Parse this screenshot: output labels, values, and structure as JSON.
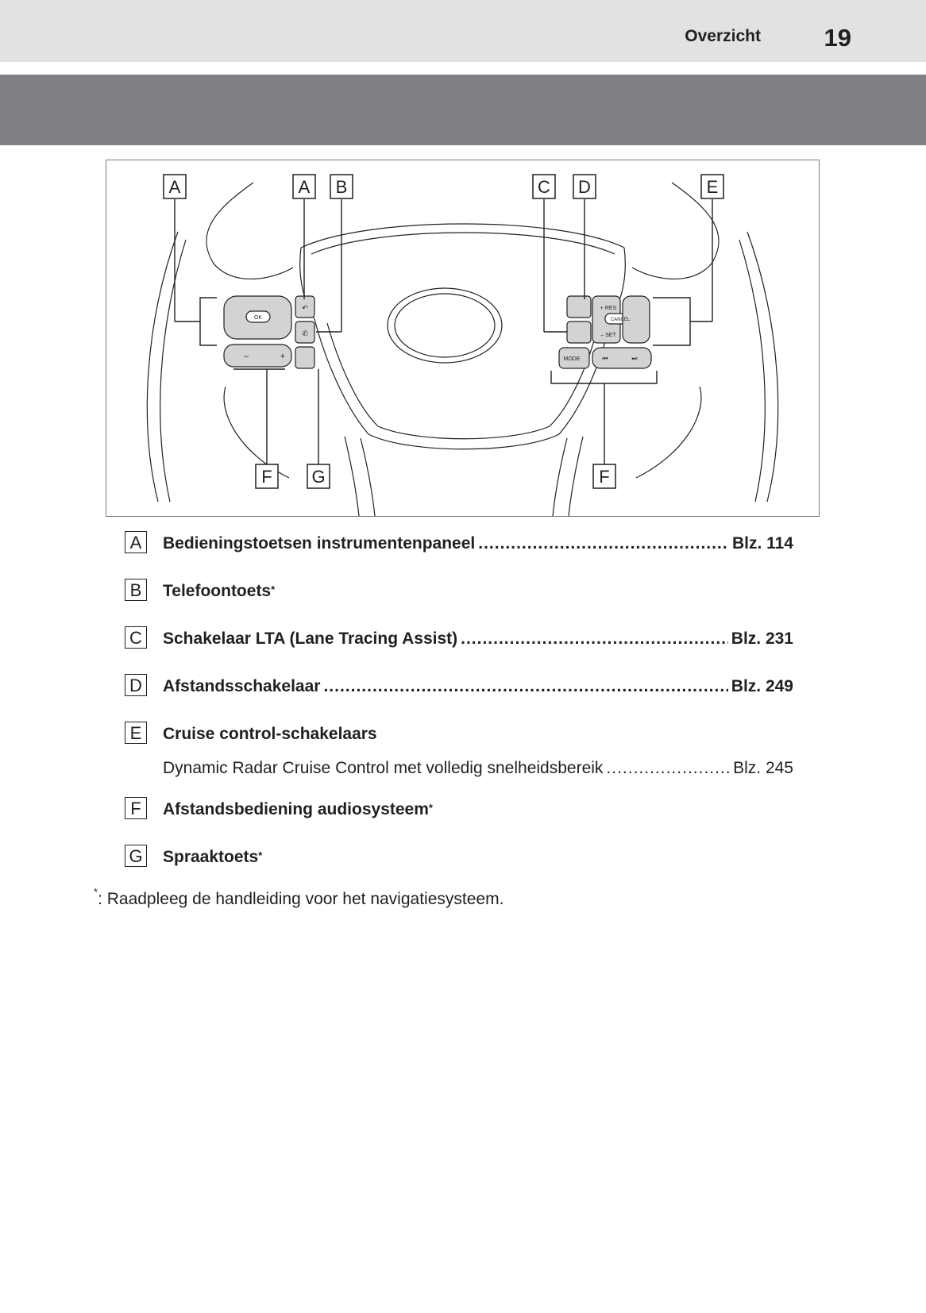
{
  "header": {
    "section": "Overzicht",
    "page_number": "19"
  },
  "figure": {
    "labels": [
      "A",
      "A",
      "B",
      "C",
      "D",
      "E",
      "F",
      "G",
      "F"
    ],
    "buttons": {
      "ok": "OK",
      "res": "+ RES",
      "set": "– SET",
      "cancel": "CANCEL",
      "mode": "MODE",
      "vol_minus": "–",
      "vol_plus": "+"
    }
  },
  "items": [
    {
      "letter": "A",
      "text": "Bedieningstoetsen instrumentenpaneel",
      "page": "Blz. 114",
      "star": ""
    },
    {
      "letter": "B",
      "text": "Telefoontoets",
      "page": "",
      "star": "*"
    },
    {
      "letter": "C",
      "text": "Schakelaar LTA (Lane Tracing Assist)",
      "page": "Blz. 231",
      "star": ""
    },
    {
      "letter": "D",
      "text": "Afstandsschakelaar",
      "page": "Blz. 249",
      "star": ""
    },
    {
      "letter": "E",
      "text": "Cruise control-schakelaars",
      "page": "",
      "star": "",
      "sub": {
        "text": "Dynamic Radar Cruise Control met volledig snelheidsbereik",
        "page": "Blz. 245"
      }
    },
    {
      "letter": "F",
      "text": "Afstandsbediening audiosysteem",
      "page": "",
      "star": "*"
    },
    {
      "letter": "G",
      "text": "Spraaktoets",
      "page": "",
      "star": "*"
    }
  ],
  "footnote": {
    "mark": "*",
    "text": ": Raadpleeg de handleiding voor het navigatiesysteem."
  }
}
